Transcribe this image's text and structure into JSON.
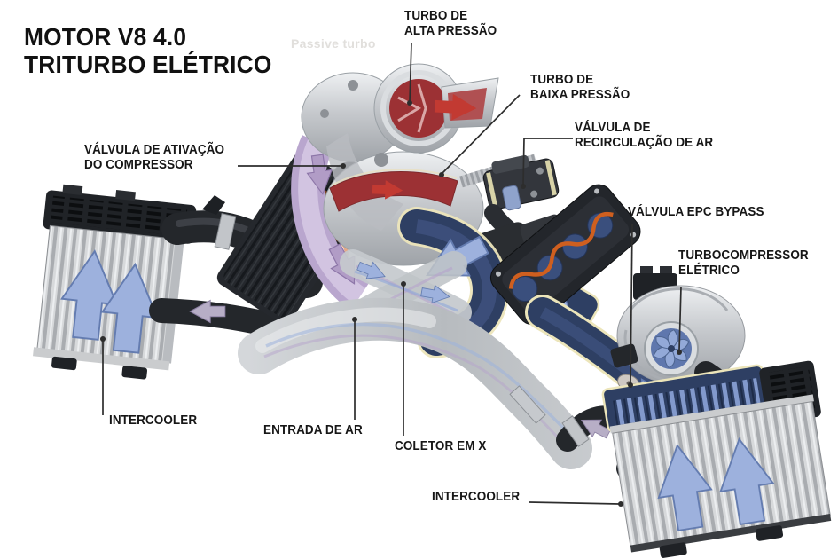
{
  "title": "MOTOR V8 4.0\nTRITURBO ELÉTRICO",
  "watermark": "Passive turbo",
  "labels": {
    "turbo_alta": "TURBO DE\nALTA PRESSÃO",
    "turbo_baixa": "TURBO DE\nBAIXA PRESSÃO",
    "valvula_recirculacao": "VÁLVULA DE\nRECIRCULAÇÃO DE AR",
    "valvula_ativacao": "VÁLVULA DE ATIVAÇÃO\nDO COMPRESSOR",
    "valvula_epc": "VÁLVULA EPC BYPASS",
    "turbocompressor": "TURBOCOMPRESSOR\nELÉTRICO",
    "intercooler_left": "INTERCOOLER",
    "entrada_ar": "ENTRADA DE AR",
    "coletor_x": "COLETOR EM X",
    "intercooler_right": "INTERCOOLER"
  },
  "colors": {
    "label_text": "#161616",
    "leader_line": "#2d2d2d",
    "arrow_blue": "#9db1dd",
    "arrow_purple": "#b7a6cb",
    "arrow_red": "#c23a32",
    "duct_navy": "#2e3f63",
    "cut_edge_yellow": "#ece5ba",
    "metal_silver": "#c6c9cd",
    "part_black": "#24272b",
    "manifold_orange": "#cf5f1f",
    "turbo_red": "#9c3134",
    "compressor_purple": "#b9a6ce"
  }
}
